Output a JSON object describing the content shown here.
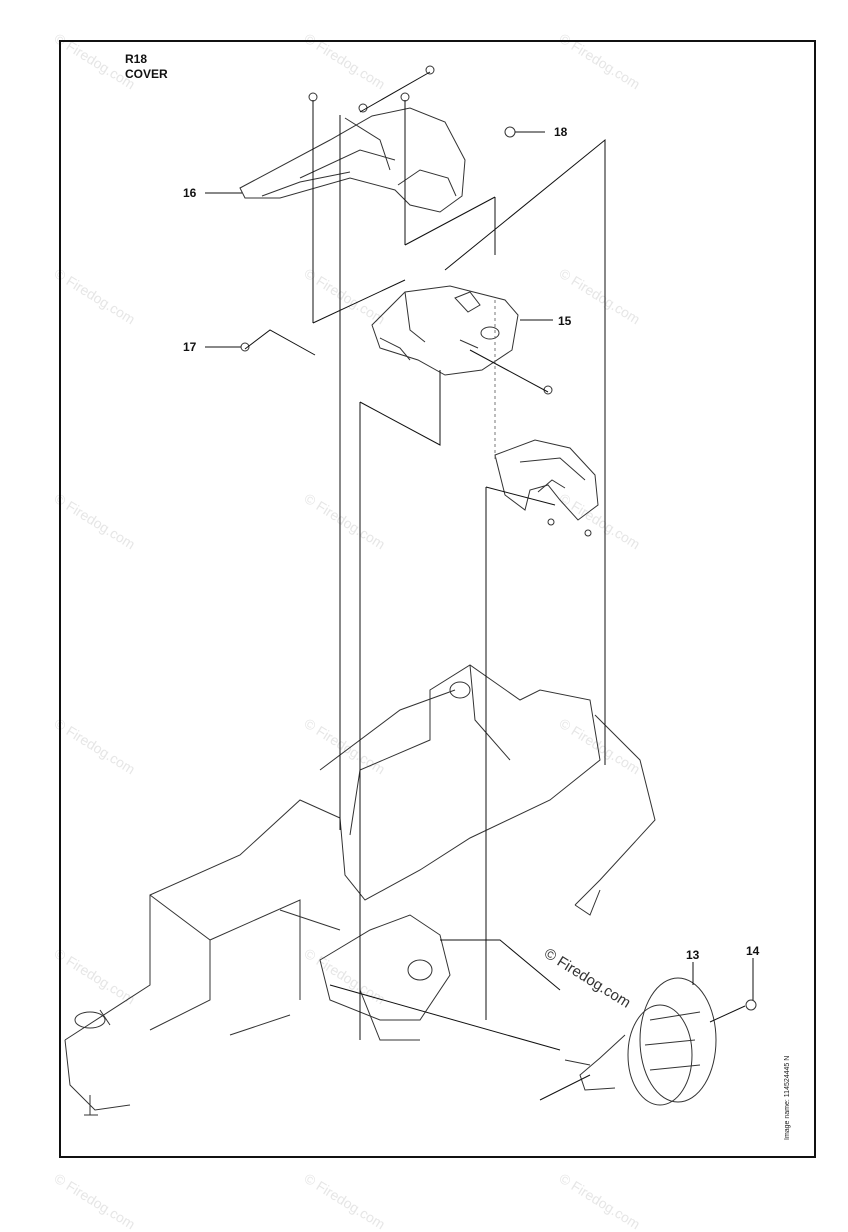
{
  "header": {
    "code": "R18",
    "title": "COVER"
  },
  "callouts": {
    "c16": "16",
    "c17": "17",
    "c18": "18",
    "c15": "15",
    "c13": "13",
    "c14": "14"
  },
  "image_name": "Image name: 114524445 N",
  "watermark": {
    "text": "© Firedog.com",
    "strong": "© Firedog.com"
  }
}
